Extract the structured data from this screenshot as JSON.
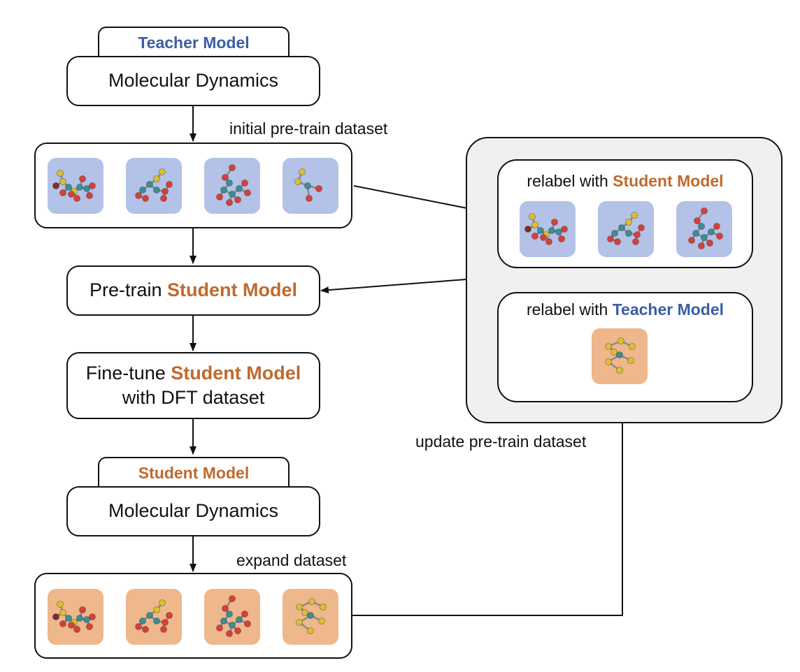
{
  "teacher_tab": {
    "label": "Teacher Model"
  },
  "md_teacher": {
    "label": "Molecular Dynamics"
  },
  "label_initial": "initial pre-train dataset",
  "pretrain": {
    "prefix": "Pre-train ",
    "model": "Student Model"
  },
  "finetune": {
    "prefix": "Fine-tune ",
    "model": "Student Model",
    "line2": "with DFT dataset"
  },
  "student_tab": {
    "label": "Student Model"
  },
  "md_student": {
    "label": "Molecular Dynamics"
  },
  "label_expand": "expand dataset",
  "label_update": "update pre-train dataset",
  "relabel_student": {
    "prefix": "relabel with ",
    "model": "Student Model"
  },
  "relabel_teacher": {
    "prefix": "relabel with ",
    "model": "Teacher Model"
  },
  "colors": {
    "teacher": "#3a5ea6",
    "student": "#c0692e",
    "tile_blue": "#b3c2e6",
    "tile_orange": "#eeb78c",
    "panel_bg": "#f0f0f0"
  },
  "icons": [
    "molecule-icon"
  ]
}
